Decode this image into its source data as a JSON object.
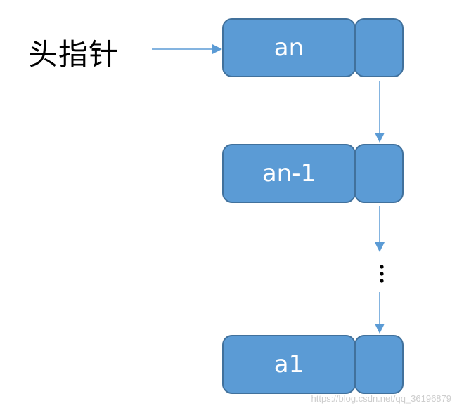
{
  "head_pointer_label": "头指针",
  "nodes": [
    {
      "label": "an"
    },
    {
      "label": "an-1"
    },
    {
      "label": "a1"
    }
  ],
  "ellipsis": "⋮",
  "watermark": "https://blog.csdn.net/qq_36196879",
  "colors": {
    "node_fill": "#5b9bd5",
    "node_border": "#41719c",
    "arrow": "#5b9bd5",
    "text_on_node": "#ffffff"
  }
}
